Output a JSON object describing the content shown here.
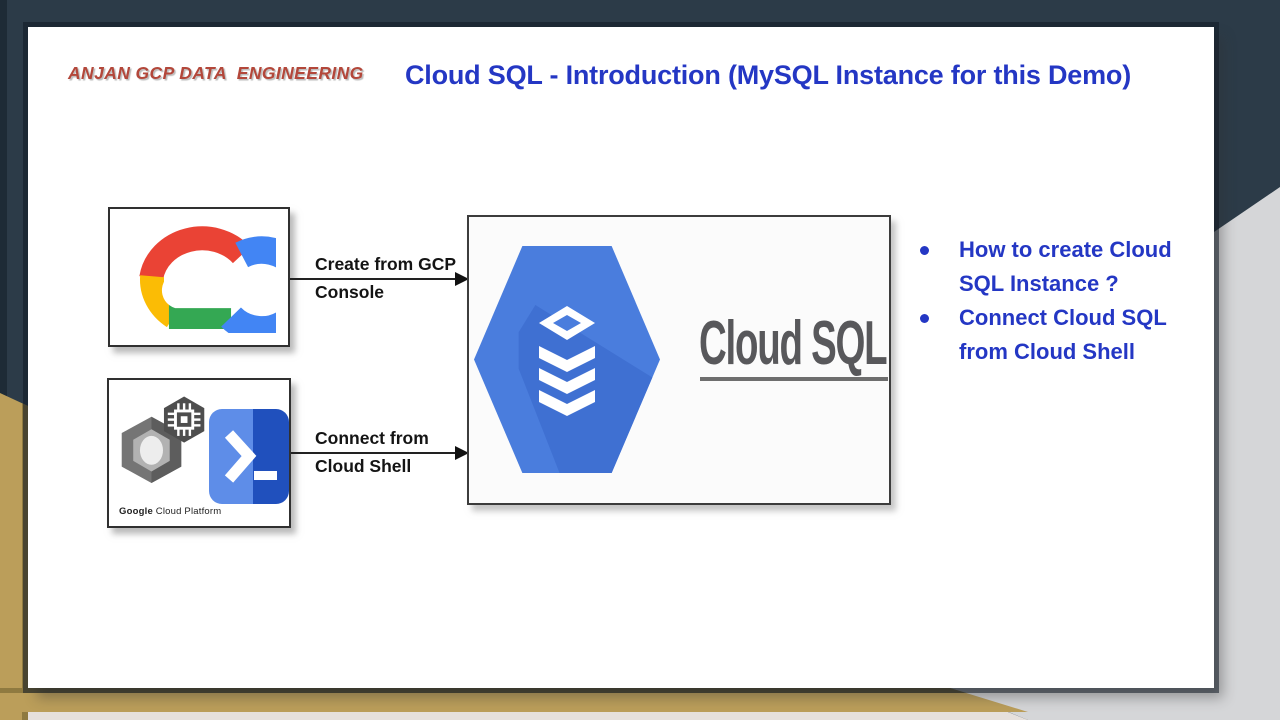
{
  "header": {
    "brand": "ANJAN GCP DATA  ENGINEERING",
    "title": "Cloud SQL  - Introduction (MySQL Instance for this Demo)"
  },
  "diagram": {
    "create_arrow": {
      "line1": "Create from GCP",
      "line2": "Console"
    },
    "connect_arrow": {
      "line1": "Connect from",
      "line2": "Cloud Shell"
    },
    "cloud_sql_logotype": "Cloud SQL",
    "gcp_caption_bold": "Google",
    "gcp_caption_rest": " Cloud Platform"
  },
  "bullets": [
    {
      "text": "How to create Cloud SQL Instance ?"
    },
    {
      "text": "Connect Cloud SQL from Cloud Shell"
    }
  ],
  "icons": {
    "console_box": "google-cloud-logo",
    "shell_box_left": "gcp-platform-hexagons",
    "shell_box_right": "cloud-shell-terminal",
    "sql_box": "cloud-sql-hexagon-database"
  },
  "colors": {
    "accent_blue": "#2437c4",
    "brand_red": "#b3473a",
    "frame_navy": "#2c3b48",
    "frame_gold": "#bb9e5a",
    "frame_gold_dark": "#8f7a40",
    "frame_gray": "#d5d6d8",
    "sql_hexagon_blue": "#4a7ddd",
    "shell_blue_light": "#5e8de8",
    "shell_blue_dark": "#2050bd",
    "logotype_gray": "#58585b"
  }
}
